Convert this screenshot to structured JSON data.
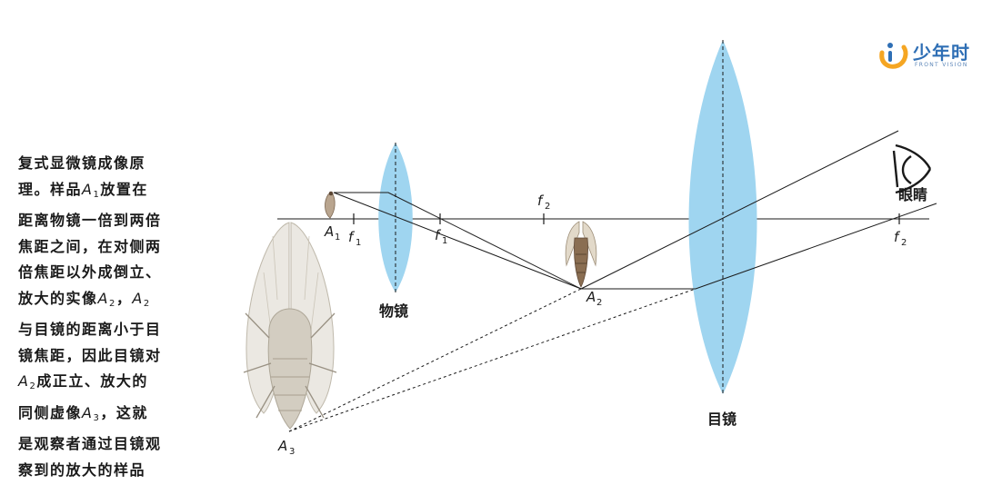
{
  "description": {
    "lines": [
      "复式显微镜成像原",
      "理。样品A1放置在",
      "距离物镜一倍到两倍",
      "焦距之间，在对侧两",
      "倍焦距以外成倒立、",
      "放大的实像A2，A2",
      "与目镜的距离小于目",
      "镜焦距，因此目镜对",
      "A2成正立、放大的",
      "同侧虚像A3，这就",
      "是观察者通过目镜观",
      "察到的放大的样品"
    ]
  },
  "labels": {
    "a1": "A",
    "a1_sub": "1",
    "f1_left": "f",
    "f1_left_sub": "1",
    "f1_right": "f",
    "f1_right_sub": "1",
    "f2_top": "f",
    "f2_top_sub": "2",
    "f2_right": "f",
    "f2_right_sub": "2",
    "a2": "A",
    "a2_sub": "2",
    "a3": "A",
    "a3_sub": "3",
    "objective": "物镜",
    "eyepiece": "目镜",
    "eye": "眼睛"
  },
  "logo": {
    "brand": "少年时",
    "sub": "FRONT VISION"
  },
  "colors": {
    "lens_fill": "#9fd5f0",
    "line": "#1a1a1a",
    "logo_orange": "#f5a623",
    "logo_blue": "#2f6fb5"
  },
  "icons": [
    "eye-icon",
    "cicada-specimen",
    "logo-mark"
  ]
}
